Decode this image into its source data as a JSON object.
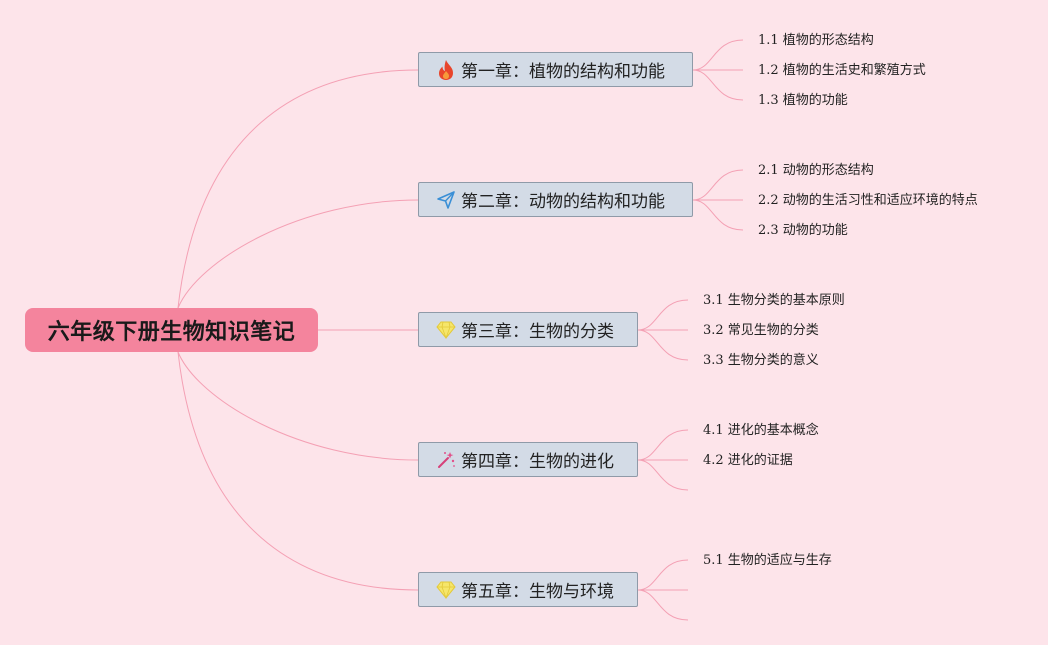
{
  "title": "六年级下册生物知识笔记",
  "colors": {
    "background": "#fde4ea",
    "root": "#f4849d",
    "branch_line": "#f4a0b4",
    "chapter_fill": "#d3dbe6"
  },
  "chapters": [
    {
      "label": "第一章：植物的结构和功能",
      "icon": "fire-icon",
      "items": [
        "1.1 植物的形态结构",
        "1.2 植物的生活史和繁殖方式",
        "1.3 植物的功能"
      ]
    },
    {
      "label": "第二章：动物的结构和功能",
      "icon": "paper-plane-icon",
      "items": [
        "2.1 动物的形态结构",
        "2.2 动物的生活习性和适应环境的特点",
        "2.3 动物的功能"
      ]
    },
    {
      "label": "第三章：生物的分类",
      "icon": "gem-icon",
      "items": [
        "3.1 生物分类的基本原则",
        "3.2 常见生物的分类",
        "3.3 生物分类的意义"
      ]
    },
    {
      "label": "第四章：生物的进化",
      "icon": "magic-wand-icon",
      "items": [
        "4.1 进化的基本概念",
        "4.2 进化的证据",
        ""
      ]
    },
    {
      "label": "第五章：生物与环境",
      "icon": "gem-icon",
      "items": [
        "5.1 生物的适应与生存",
        "",
        ""
      ]
    }
  ]
}
